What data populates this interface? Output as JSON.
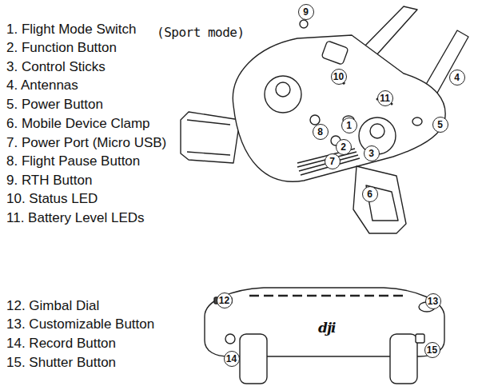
{
  "diagram": {
    "labels": [
      "1. Flight Mode Switch",
      "(Sport mode)",
      "2. Function Button",
      "3. Control Sticks",
      "4. Antennas",
      "5. Power Button",
      "6. Mobile Device Clamp",
      "7. Power Port (Micro USB)",
      "8. Flight Pause Button",
      "9. RTH Button",
      "10. Status LED",
      "11. Battery Level LEDs",
      "9",
      "10",
      "11",
      "4",
      "1",
      "8",
      "5",
      "2",
      "3",
      "7",
      "6",
      "12. Gimbal Dial",
      "13. Customizable Button",
      "14. Record Button",
      "15. Shutter Button",
      "12",
      "13",
      "14",
      "15",
      "dji"
    ]
  }
}
